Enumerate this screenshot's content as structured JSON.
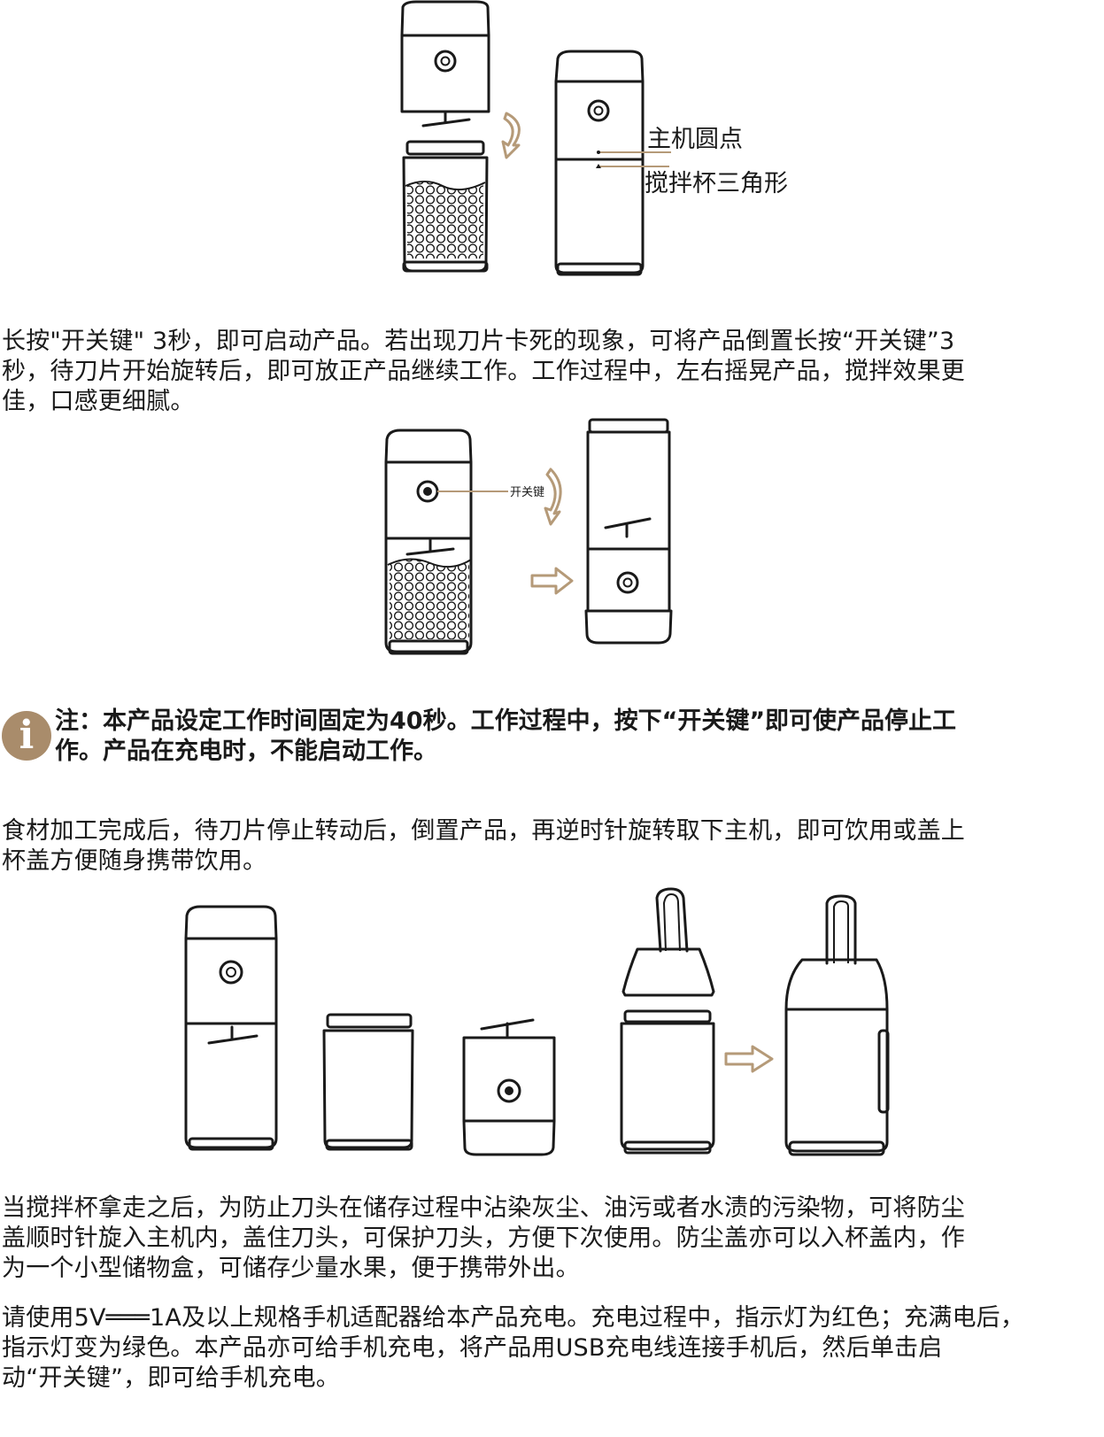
{
  "labels": {
    "host_dot": "主机圆点",
    "cup_triangle": "搅拌杯三角形",
    "power_key": "开关键"
  },
  "paragraphs": {
    "p1": "长按\"开关键\" 3秒，即可启动产品。若出现刀片卡死的现象，可将产品倒置长按“开关键”3\n秒，待刀片开始旋转后，即可放正产品继续工作。工作过程中，左右摇晃产品，搅拌效果更\n佳，口感更细腻。",
    "note": "注：本产品设定工作时间固定为40秒。工作过程中，按下“开关键”即可使产品停止工\n作。产品在充电时，不能启动工作。",
    "p2": "食材加工完成后，待刀片停止转动后，倒置产品，再逆时针旋转取下主机，即可饮用或盖上\n杯盖方便随身携带饮用。",
    "p3": "当搅拌杯拿走之后，为防止刀头在储存过程中沾染灰尘、油污或者水渍的污染物，可将防尘\n盖顺时针旋入主机内，盖住刀头，可保护刀头，方便下次使用。防尘盖亦可以入杯盖内，作\n为一个小型储物盒，可储存少量水果，便于携带外出。",
    "p4": "请使用5V═══1A及以上规格手机适配器给本产品充电。充电过程中，指示灯为红色；充满电后，\n指示灯变为绿色。本产品亦可给手机充电，将产品用USB充电线连接手机后，然后单击启\n动“开关键”，即可给手机充电。"
  },
  "icons": {
    "info": "i"
  },
  "colors": {
    "accent": "#a98c6b",
    "arrow": "#b59a78",
    "text": "#1a1a1a"
  }
}
